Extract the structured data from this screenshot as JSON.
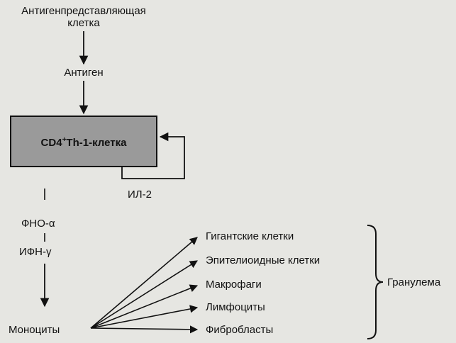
{
  "nodes": {
    "apc_line1": "Антигенпредставляющая",
    "apc_line2": "клетка",
    "antigen": "Антиген",
    "th1_base": "CD4",
    "th1_sup": "+",
    "th1_rest": "Th-1-клетка",
    "il2": "ИЛ-2",
    "tnf": "ФНО-α",
    "ifn": "ИФН-γ",
    "monocytes": "Моноциты",
    "giant": "Гигантские клетки",
    "epithelioid": "Эпителиоидные клетки",
    "macrophages": "Макрофаги",
    "lymphocytes": "Лимфоциты",
    "fibroblasts": "Фибробласты",
    "granuloma": "Гранулема"
  },
  "colors": {
    "box_fill": "#9a9a9a",
    "box_stroke": "#111111",
    "arrow": "#111111"
  }
}
